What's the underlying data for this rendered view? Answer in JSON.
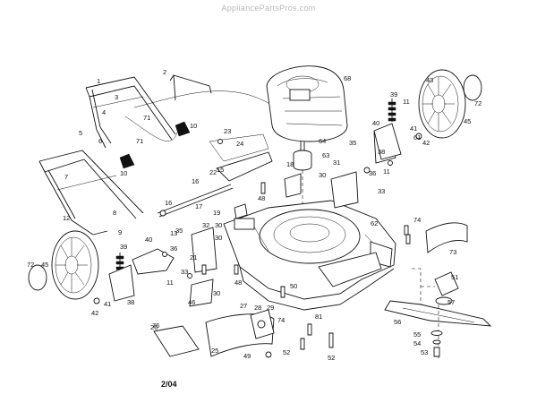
{
  "watermark": "AppliancePartsPros.com",
  "footer_date": "2/04",
  "callouts": [
    "1",
    "2",
    "3",
    "4",
    "5",
    "6",
    "7",
    "8",
    "9",
    "10",
    "11",
    "12",
    "13",
    "15",
    "16",
    "17",
    "18",
    "19",
    "21",
    "22",
    "23",
    "24",
    "25",
    "26",
    "27",
    "28",
    "29",
    "30",
    "31",
    "32",
    "33",
    "35",
    "36",
    "38",
    "39",
    "40",
    "41",
    "42",
    "43",
    "45",
    "46",
    "48",
    "49",
    "50",
    "51",
    "52",
    "53",
    "54",
    "55",
    "56",
    "57",
    "61",
    "62",
    "63",
    "64",
    "68",
    "71",
    "72",
    "73",
    "74",
    "76",
    "81"
  ]
}
